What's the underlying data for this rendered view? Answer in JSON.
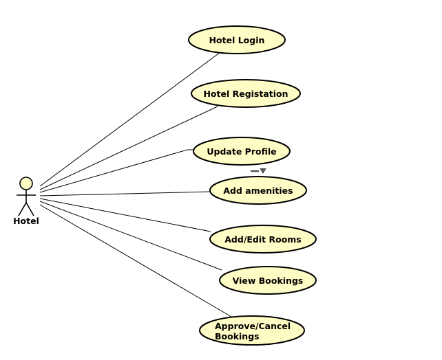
{
  "actor": {
    "label": "Hotel"
  },
  "use_cases": [
    {
      "id": "hotel-login",
      "lines": [
        "Hotel Login"
      ]
    },
    {
      "id": "hotel-registation",
      "lines": [
        "Hotel Registation"
      ]
    },
    {
      "id": "update-profile",
      "lines": [
        "Update Profile"
      ]
    },
    {
      "id": "add-amenities",
      "lines": [
        "Add amenities"
      ]
    },
    {
      "id": "add-edit-rooms",
      "lines": [
        "Add/Edit Rooms"
      ]
    },
    {
      "id": "view-bookings",
      "lines": [
        "View Bookings"
      ]
    },
    {
      "id": "approve-cancel-bookings",
      "lines": [
        "Approve/Cancel",
        "Bookings"
      ]
    }
  ],
  "colors": {
    "use_case_fill": "#fefdc5",
    "stroke": "#000000",
    "marker": "#555555"
  }
}
